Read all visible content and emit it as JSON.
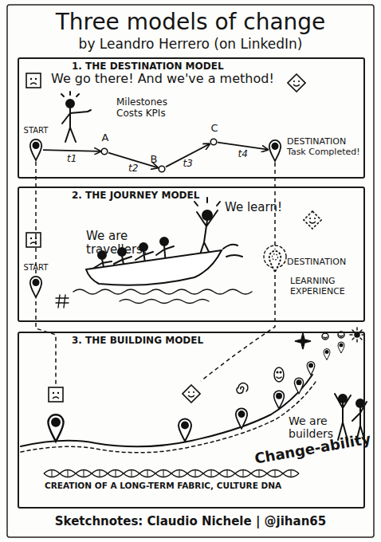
{
  "diagram": {
    "title": "Three models of change",
    "caption": "Sketchnotes: Claudio Nichele | @jihan65",
    "nodes": [
      {
        "text": [
          "1. THE DESTINATION MODEL"
        ]
      },
      {
        "text": [
          "START"
        ],
        "in": 0
      },
      {
        "text": [
          "A"
        ],
        "in": 0
      },
      {
        "text": [
          "B"
        ],
        "in": 0
      },
      {
        "text": [
          "C"
        ],
        "in": 0
      },
      {
        "text": [
          "DESTINATION Task Completed!"
        ],
        "in": 0
      },
      {
        "text": [
          "2. THE JOURNEY MODEL"
        ]
      },
      {
        "text": [
          "START"
        ],
        "in": 6
      },
      {
        "text": [
          "DESTINATION",
          "LEARNING EXPERIENCE"
        ],
        "in": 6
      },
      {
        "text": [
          "3. THE BUILDING MODEL"
        ]
      }
    ],
    "edges": [
      {
        "from": 1,
        "to": 2,
        "arrow": "to",
        "label": "t1"
      },
      {
        "from": 2,
        "to": 3,
        "arrow": "to",
        "label": "t2"
      },
      {
        "from": 3,
        "to": 4,
        "arrow": "to",
        "label": "t3"
      },
      {
        "from": 4,
        "to": 5,
        "arrow": "to",
        "label": "t4"
      },
      {
        "from": 1,
        "to": 7,
        "arrow": "none"
      },
      {
        "from": 5,
        "to": 8,
        "arrow": "none"
      }
    ],
    "labels": [
      "by Leandro Herrero (on LinkedIn)",
      "We go there! And we've a method!",
      "Milestones Costs KPIs",
      "We are travellers!",
      "We learn!",
      "We are builders",
      "Change-ability",
      "CREATION OF A LONG-TERM FABRIC, CULTURE DNA"
    ]
  }
}
